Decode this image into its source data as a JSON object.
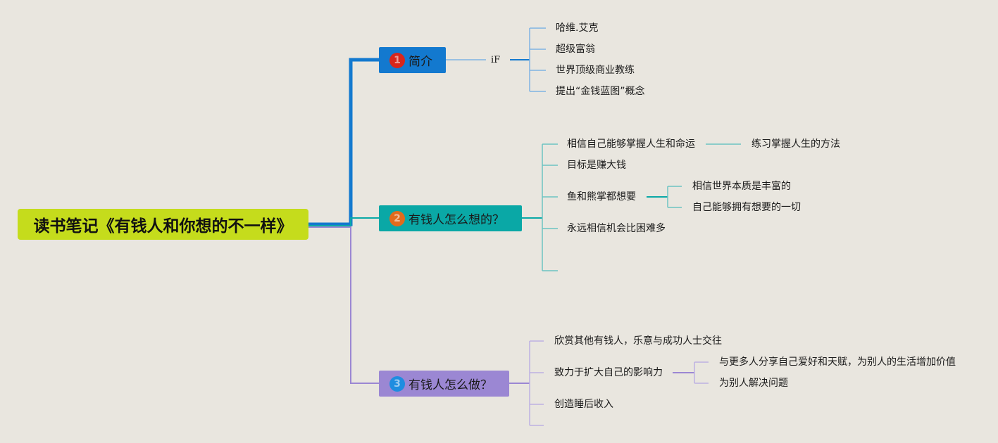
{
  "root": {
    "title": "读书笔记《有钱人和你想的不一样》"
  },
  "colors": {
    "root": "#c5dc1c",
    "branch1": "#1379cf",
    "branch2": "#0aa8a6",
    "branch3": "#9b87d3"
  },
  "branches": [
    {
      "badge": "1",
      "badge_color": "#d8261b",
      "label": "简介",
      "sub_label": "iF",
      "items": [
        "哈维.艾克",
        "超级富翁",
        "世界顶级商业教练",
        "提出“金钱蓝图”概念"
      ]
    },
    {
      "badge": "2",
      "badge_color": "#e36b1c",
      "label": "有钱人怎么想的？",
      "items": [
        {
          "text": "相信自己能够掌握人生和命运",
          "children": [
            "练习掌握人生的方法"
          ]
        },
        {
          "text": "目标是赚大钱"
        },
        {
          "text": "鱼和熊掌都想要",
          "children": [
            "相信世界本质是丰富的",
            "自己能够拥有想要的一切"
          ]
        },
        {
          "text": "永远相信机会比困难多"
        }
      ]
    },
    {
      "badge": "3",
      "badge_color": "#1f8de0",
      "label": "有钱人怎么做？",
      "items": [
        {
          "text": "欣赏其他有钱人，乐意与成功人士交往"
        },
        {
          "text": "致力于扩大自己的影响力",
          "children": [
            "与更多人分享自己爱好和天赋，为别人的生活增加价值",
            "为别人解决问题"
          ]
        },
        {
          "text": "创造睡后收入"
        }
      ]
    }
  ]
}
